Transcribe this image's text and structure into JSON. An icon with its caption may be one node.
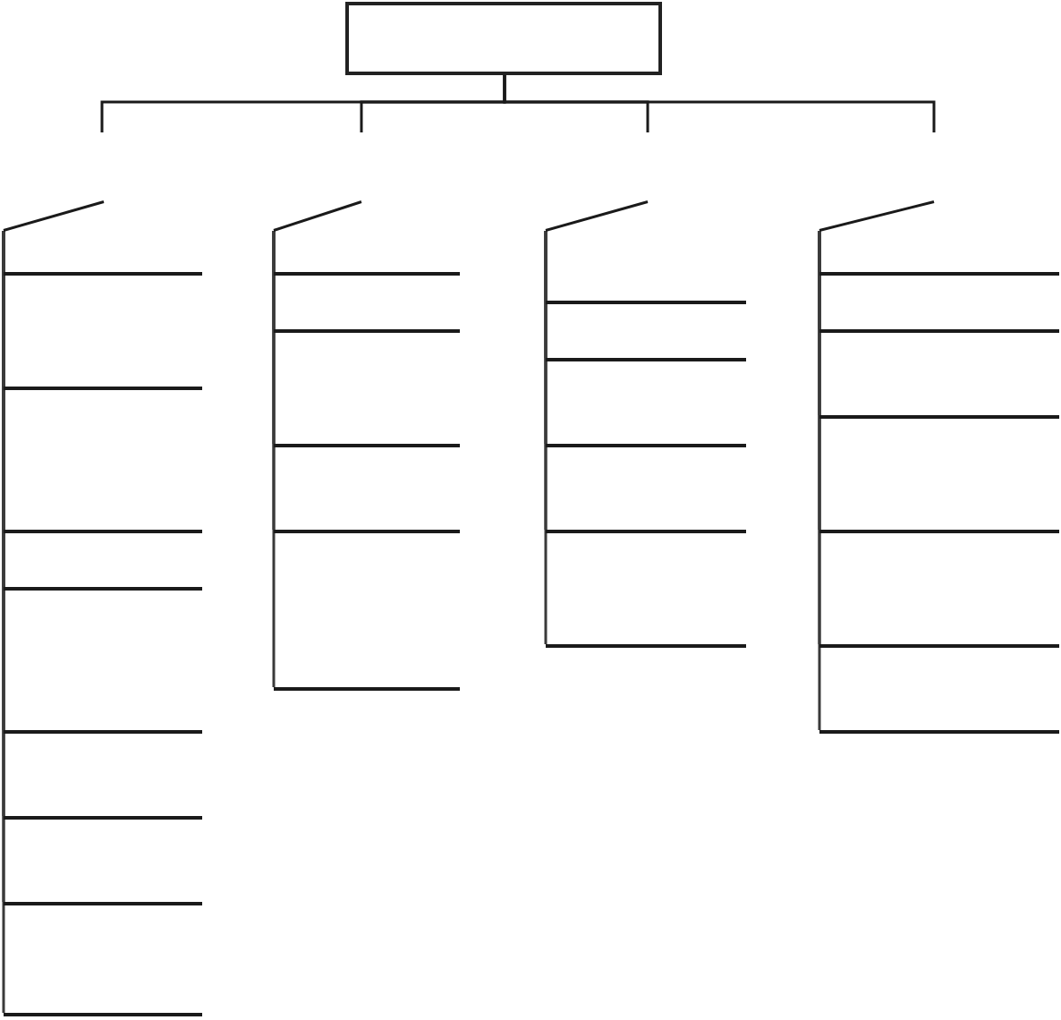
{
  "diagram": {
    "nodes": [
      {
        "text": [],
        "shape": "box"
      },
      {
        "text": [],
        "shape": "line"
      },
      {
        "text": [],
        "shape": "line"
      },
      {
        "text": [],
        "shape": "line"
      },
      {
        "text": [],
        "shape": "line"
      },
      {
        "text": [],
        "shape": "line"
      },
      {
        "text": [],
        "shape": "line"
      },
      {
        "text": [],
        "shape": "line"
      },
      {
        "text": [],
        "shape": "line"
      },
      {
        "text": [],
        "shape": "line"
      },
      {
        "text": [],
        "shape": "line"
      },
      {
        "text": [],
        "shape": "line"
      },
      {
        "text": [],
        "shape": "line"
      },
      {
        "text": [],
        "shape": "line"
      },
      {
        "text": [],
        "shape": "line"
      },
      {
        "text": [],
        "shape": "line"
      },
      {
        "text": [],
        "shape": "line"
      },
      {
        "text": [],
        "shape": "line"
      },
      {
        "text": [],
        "shape": "line"
      },
      {
        "text": [],
        "shape": "line"
      },
      {
        "text": [],
        "shape": "line"
      },
      {
        "text": [],
        "shape": "line"
      },
      {
        "text": [],
        "shape": "line"
      },
      {
        "text": [],
        "shape": "line"
      },
      {
        "text": [],
        "shape": "line"
      },
      {
        "text": [],
        "shape": "line"
      },
      {
        "text": [],
        "shape": "line"
      },
      {
        "text": [],
        "shape": "line"
      },
      {
        "text": [],
        "shape": "line"
      }
    ],
    "edges": [
      {
        "from": 0,
        "to": null,
        "arrow": "none"
      },
      {
        "from": 0,
        "to": null,
        "arrow": "none"
      },
      {
        "from": 0,
        "to": null,
        "arrow": "none"
      },
      {
        "from": 0,
        "to": null,
        "arrow": "none"
      },
      {
        "from": 1,
        "to": 5,
        "arrow": "none"
      },
      {
        "from": 1,
        "to": 6,
        "arrow": "none"
      },
      {
        "from": 1,
        "to": 7,
        "arrow": "none"
      },
      {
        "from": 1,
        "to": 8,
        "arrow": "none"
      },
      {
        "from": 1,
        "to": 9,
        "arrow": "none"
      },
      {
        "from": 1,
        "to": 10,
        "arrow": "none"
      },
      {
        "from": 1,
        "to": 11,
        "arrow": "none"
      },
      {
        "from": 1,
        "to": 12,
        "arrow": "none"
      },
      {
        "from": 2,
        "to": 13,
        "arrow": "none"
      },
      {
        "from": 2,
        "to": 14,
        "arrow": "none"
      },
      {
        "from": 2,
        "to": 15,
        "arrow": "none"
      },
      {
        "from": 2,
        "to": 16,
        "arrow": "none"
      },
      {
        "from": 2,
        "to": 17,
        "arrow": "none"
      },
      {
        "from": 3,
        "to": 18,
        "arrow": "none"
      },
      {
        "from": 3,
        "to": 19,
        "arrow": "none"
      },
      {
        "from": 3,
        "to": 20,
        "arrow": "none"
      },
      {
        "from": 3,
        "to": 21,
        "arrow": "none"
      },
      {
        "from": 3,
        "to": 22,
        "arrow": "none"
      },
      {
        "from": 4,
        "to": 23,
        "arrow": "none"
      },
      {
        "from": 4,
        "to": 24,
        "arrow": "none"
      },
      {
        "from": 4,
        "to": 25,
        "arrow": "none"
      },
      {
        "from": 4,
        "to": 26,
        "arrow": "none"
      },
      {
        "from": 4,
        "to": 27,
        "arrow": "none"
      },
      {
        "from": 4,
        "to": 28,
        "arrow": "none"
      }
    ]
  }
}
